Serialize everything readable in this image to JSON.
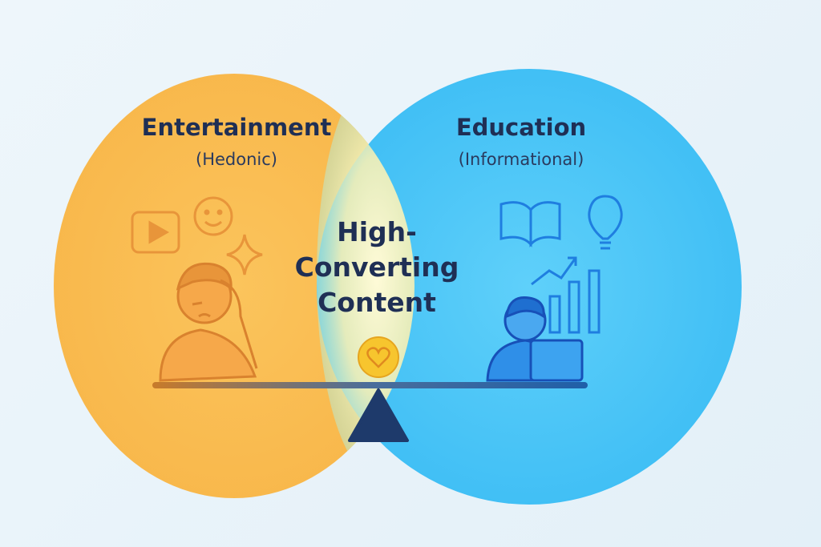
{
  "left": {
    "title": "Entertainment",
    "subtitle": "(Hedonic)",
    "color": "#f9b84e"
  },
  "right": {
    "title": "Education",
    "subtitle": "(Informational)",
    "color": "#45c2f7"
  },
  "overlap": {
    "line1": "High-",
    "line2": "Converting",
    "line3": "Content"
  },
  "colors": {
    "fulcrum": "#1e3a6b",
    "coin": "#f7c52e"
  }
}
